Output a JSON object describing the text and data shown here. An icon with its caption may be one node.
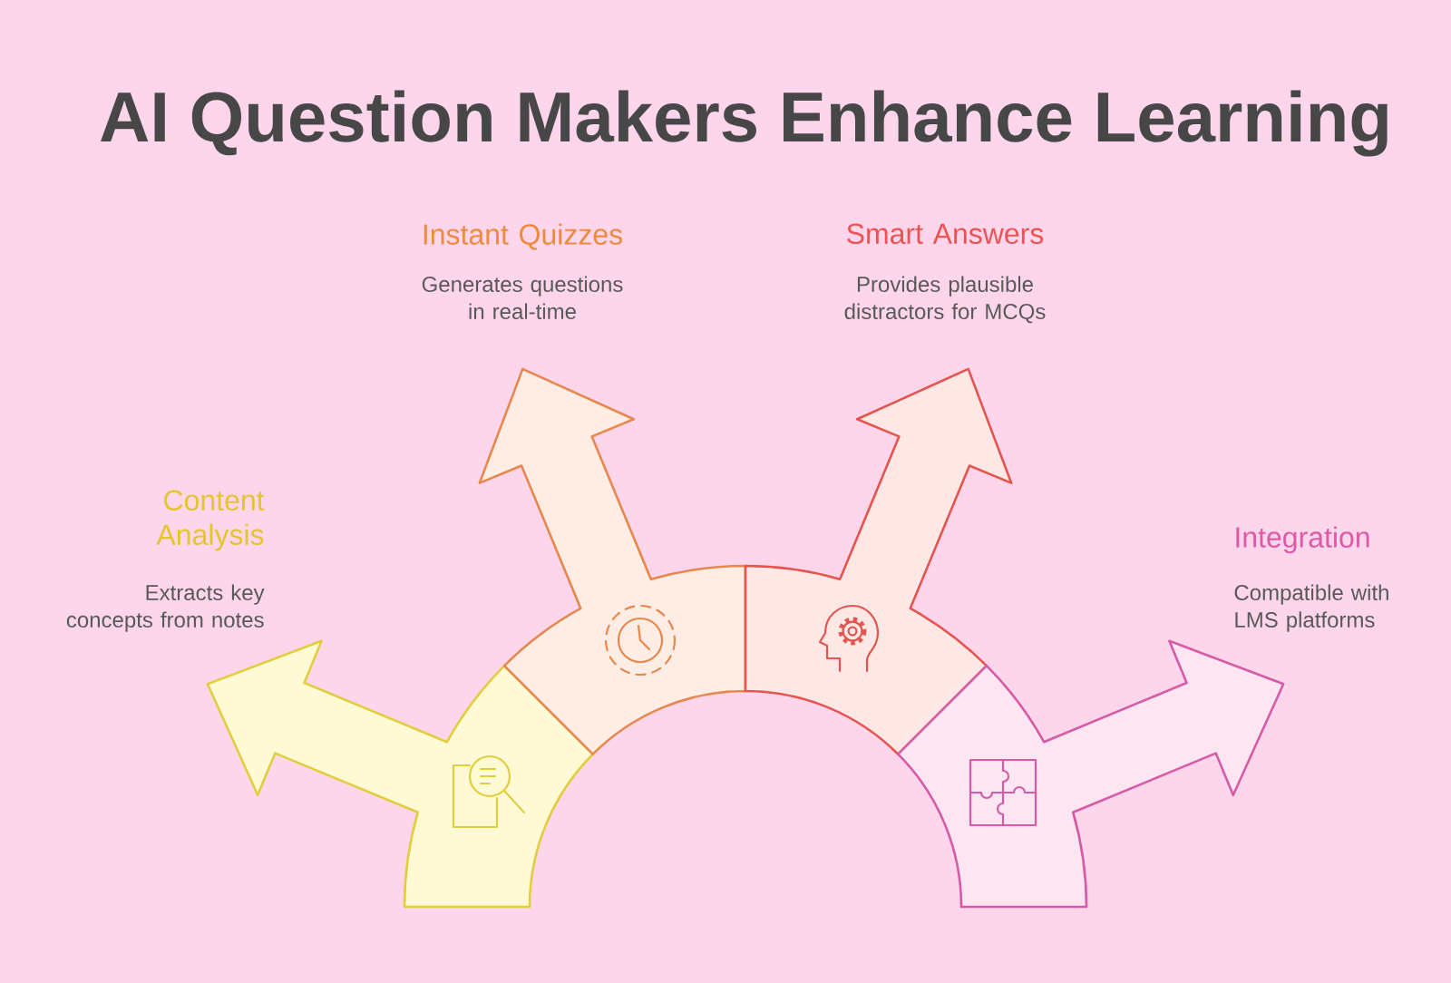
{
  "diagram": {
    "title": "AI Question Makers Enhance Learning",
    "nodes": [
      {
        "text": [
          "Content Analysis",
          "Extracts key concepts from notes"
        ]
      },
      {
        "text": [
          "Instant Quizzes",
          "Generates questions in real-time"
        ]
      },
      {
        "text": [
          "Smart Answers",
          "Provides plausible distractors for MCQs"
        ]
      },
      {
        "text": [
          "Integration",
          "Compatible with LMS platforms"
        ]
      }
    ]
  }
}
